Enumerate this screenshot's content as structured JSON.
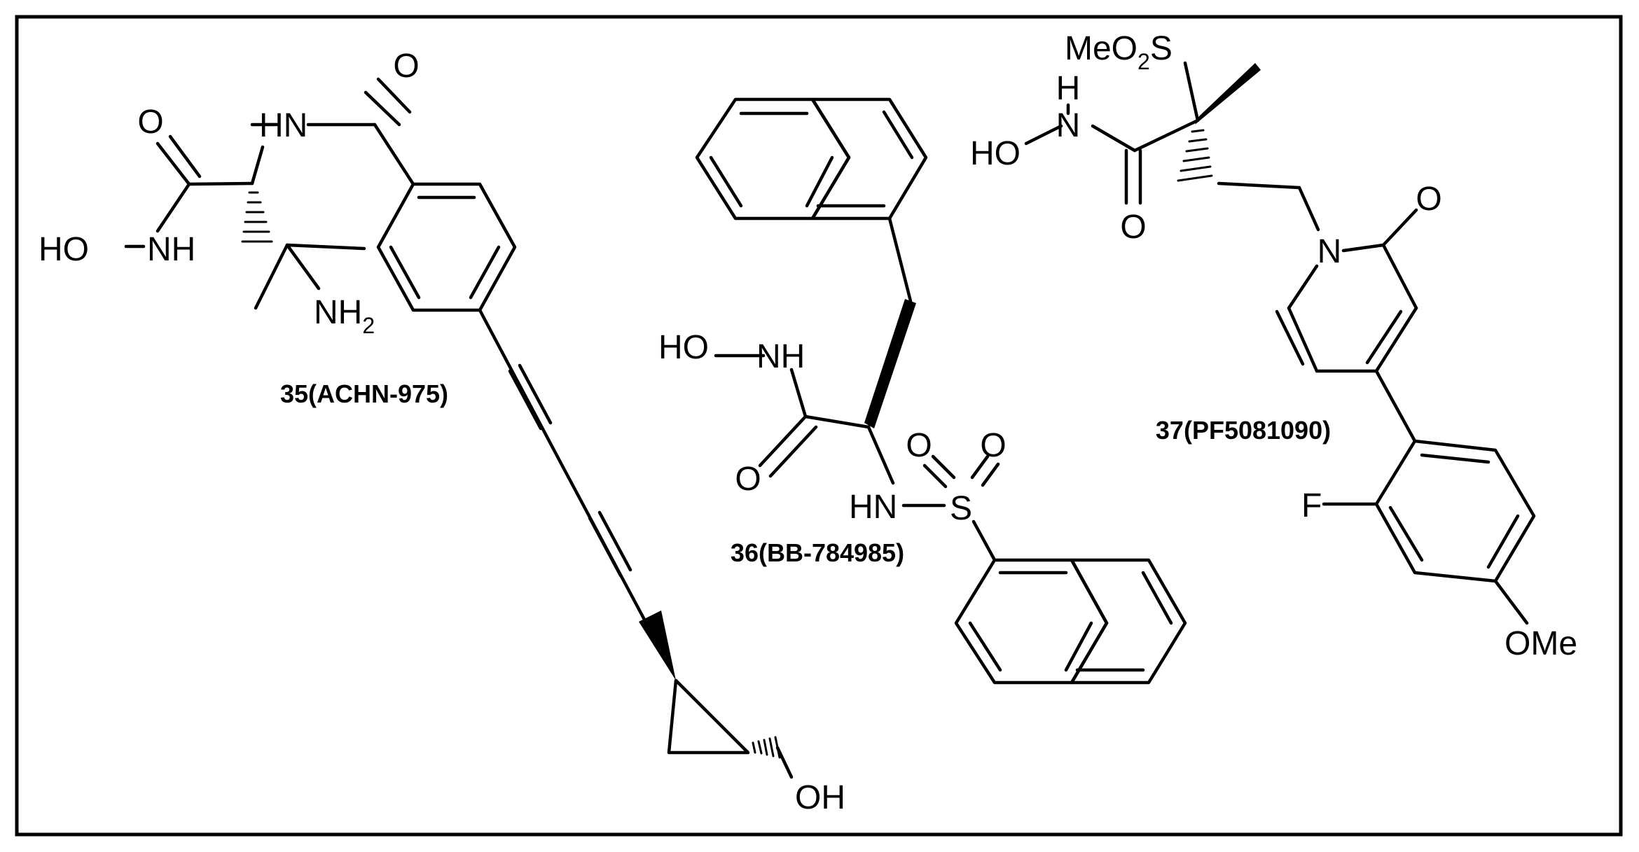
{
  "compounds": [
    {
      "label": "35(ACHN-975)",
      "atoms": {
        "o_carbonyl": "O",
        "hn": "HN",
        "o_amide": "O",
        "hydroxamate": "HO",
        "nh": "NH",
        "nh2": "NH",
        "nh2_sub": "2",
        "oh": "OH"
      }
    },
    {
      "label": "36(BB-784985)",
      "atoms": {
        "hydroxamate": "HO",
        "nh": "NH",
        "o_carbonyl": "O",
        "hn": "HN",
        "s": "S",
        "o1": "O",
        "o2": "O"
      }
    },
    {
      "label": "37(PF5081090)",
      "atoms": {
        "meo2s_a": "MeO",
        "meo2s_sub": "2",
        "meo2s_b": "S",
        "h": "H",
        "n_amide": "N",
        "hydroxamate": "HO",
        "o_amide": "O",
        "n_ring": "N",
        "o_ring": "O",
        "f": "F",
        "ome": "OMe"
      }
    }
  ]
}
